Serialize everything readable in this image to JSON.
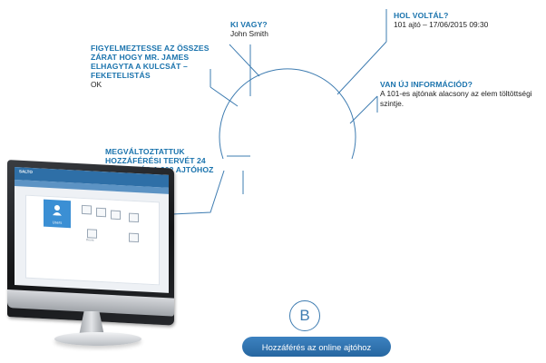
{
  "who": {
    "title": "KI VAGY?",
    "body": "John Smith"
  },
  "where": {
    "title": "HOL VOLTÁL?",
    "body": "101 ajtó – 17/06/2015 09:30"
  },
  "news": {
    "title": "VAN ÚJ INFORMÁCIÓD?",
    "body": "A 101-es ajtónak alacsony az elem töltöttségi szintje."
  },
  "alert": {
    "title": "FIGYELMEZTESSE AZ ÖSSZES ZÁRAT HOGY MR. JAMES ELHAGYTA A KULCSÁT – FEKETELISTÁS",
    "body": "OK"
  },
  "change": {
    "title": "MEGVÁLTOZTATTUK HOZZÁFÉRÉSI TERVÉT 24 ÓRÁVAL ÉS A 202 AJTÓHOZ"
  },
  "screen": {
    "brand": "SALTO",
    "tile_label": "Users",
    "mini_label": "Doors"
  },
  "badge": {
    "letter": "B"
  },
  "cta": {
    "label": "Hozzáférés  az online ajtóhoz"
  },
  "colors": {
    "accent": "#1a73ad",
    "line": "#3e7cb1",
    "button": "#2d72b1"
  }
}
